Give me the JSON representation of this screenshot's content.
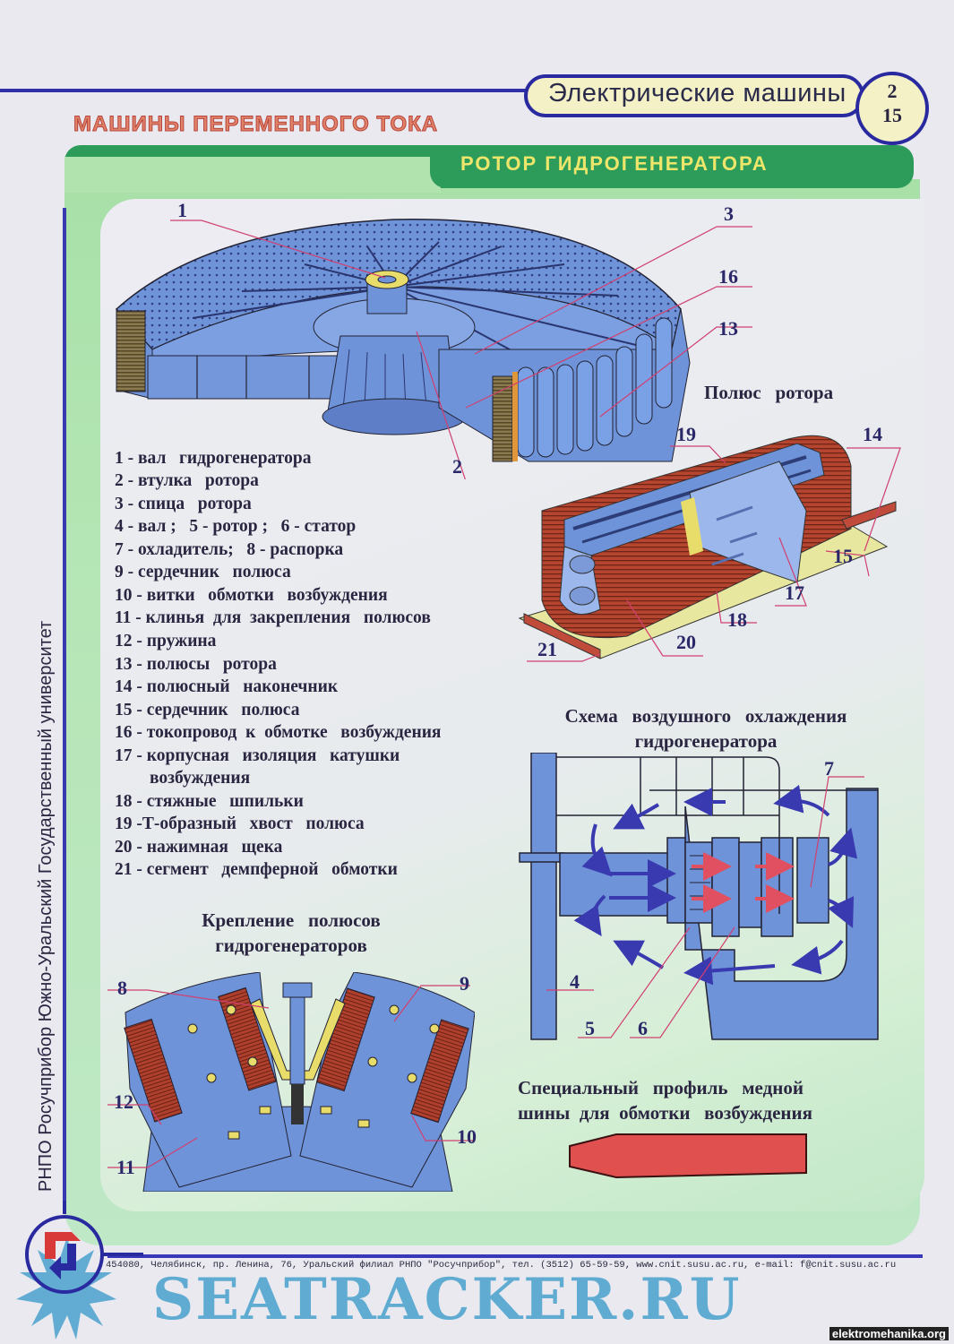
{
  "header": {
    "subject": "Электрические машины",
    "page_section": "2",
    "page_number": "15",
    "section_title": "МАШИНЫ ПЕРЕМЕННОГО ТОКА",
    "banner_title": "РОТОР ГИДРОГЕНЕРАТОРА"
  },
  "side_text": "РНПО Росучприбор    Южно-Уральский Государственный университет",
  "legend": [
    "1 - вал   гидрогенератора",
    "2 - втулка   ротора",
    "3 - спица   ротора",
    "4 - вал ;   5 - ротор ;   6 - статор",
    "7 - охладитель;   8 - распорка",
    "9 - сердечник   полюса",
    "10 - витки   обмотки   возбуждения",
    "11 - клинья  для  закрепления   полюсов",
    "12 - пружина",
    "13 - полюсы   ротора",
    "14 - полюсный   наконечник",
    "15 - сердечник   полюса",
    "16 - токопровод  к  обмотке   возбуждения",
    "17 - корпусная   изоляция   катушки",
    "        возбуждения",
    "18 - стяжные   шпильки",
    "19 -Т-образный   хвост   полюса",
    "20 - нажимная   щека",
    "21 - сегмент   демпферной   обмотки"
  ],
  "figures": {
    "rotor": {
      "callouts": [
        "1",
        "2",
        "3",
        "16",
        "13"
      ]
    },
    "pole": {
      "title": "Полюс   ротора",
      "callouts": [
        "19",
        "14",
        "15",
        "17",
        "18",
        "20",
        "21"
      ]
    },
    "cooling": {
      "title": "Схема   воздушного   охлаждения\nгидрогенератора",
      "callouts": [
        "7",
        "4",
        "5",
        "6"
      ]
    },
    "mounting": {
      "title": "Крепление   полюсов\nгидрогенераторов",
      "callouts": [
        "8",
        "9",
        "12",
        "10",
        "11"
      ]
    },
    "profile": {
      "title": "Специальный   профиль   медной\nшины  для  обмотки   возбуждения"
    }
  },
  "footer": {
    "address": "454080, Челябинск, пр. Ленина, 76, Уральский филиал РНПО \"Росучприбор\", тел. (3512) 65-59-59, www.cnit.susu.ac.ru,  e-mail: f@cnit.susu.ac.ru",
    "watermark": "SEATRACKER.RU",
    "site_credit": "elektromehanika.org"
  },
  "colors": {
    "frame_blue": "#2a2aa0",
    "banner_green": "#2d9c5a",
    "banner_text": "#ede66a",
    "section_title": "#e0826a",
    "steel_blue": "#6f93d8",
    "copper": "#b5452f",
    "insulation_yellow": "#e8dc6a",
    "busbar_red": "#e0504e"
  }
}
